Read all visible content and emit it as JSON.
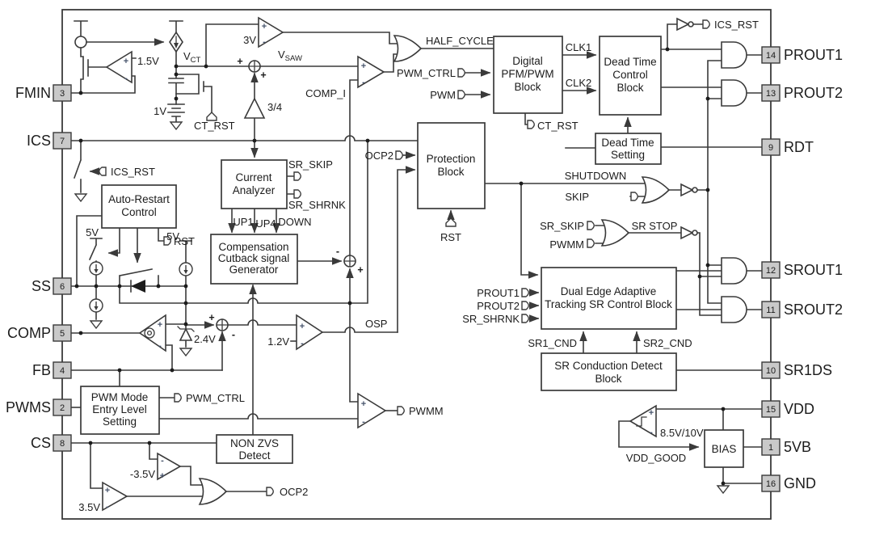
{
  "pins": {
    "left": [
      {
        "num": "3",
        "name": "FMIN"
      },
      {
        "num": "7",
        "name": "ICS"
      },
      {
        "num": "6",
        "name": "SS"
      },
      {
        "num": "5",
        "name": "COMP"
      },
      {
        "num": "4",
        "name": "FB"
      },
      {
        "num": "2",
        "name": "PWMS"
      },
      {
        "num": "8",
        "name": "CS"
      }
    ],
    "right": [
      {
        "num": "14",
        "name": "PROUT1"
      },
      {
        "num": "13",
        "name": "PROUT2"
      },
      {
        "num": "9",
        "name": "RDT"
      },
      {
        "num": "12",
        "name": "SROUT1"
      },
      {
        "num": "11",
        "name": "SROUT2"
      },
      {
        "num": "10",
        "name": "SR1DS"
      },
      {
        "num": "15",
        "name": "VDD"
      },
      {
        "num": "1",
        "name": "5VB"
      },
      {
        "num": "16",
        "name": "GND"
      }
    ]
  },
  "blocks": {
    "digital": [
      "Digital",
      "PFM/PWM",
      "Block"
    ],
    "dead_time_control": [
      "Dead Time",
      "Control",
      "Block"
    ],
    "dead_time_setting": [
      "Dead Time",
      "Setting"
    ],
    "protection": [
      "Protection",
      "Block"
    ],
    "current_analyzer": [
      "Current",
      "Analyzer"
    ],
    "compensation": [
      "Compensation",
      "Cutback signal",
      "Generator"
    ],
    "auto_restart": [
      "Auto-Restart",
      "Control"
    ],
    "sr_control": [
      "Dual Edge Adaptive",
      "Tracking SR Control Block"
    ],
    "sr_conduction": [
      "SR Conduction Detect",
      "Block"
    ],
    "pwm_mode": [
      "PWM Mode",
      "Entry Level",
      "Setting"
    ],
    "non_zvs": [
      "NON ZVS",
      "Detect"
    ],
    "bias": [
      "BIAS"
    ]
  },
  "signals": {
    "half_cycle": "HALF_CYCLE",
    "pwm_ctrl": "PWM_CTRL",
    "pwm": "PWM",
    "clk1": "CLK1",
    "clk2": "CLK2",
    "ct_rst": "CT_RST",
    "ics_rst": "ICS_RST",
    "shutdown": "SHUTDOWN",
    "skip": "SKIP",
    "sr_skip": "SR_SKIP",
    "sr_shrnk": "SR_SHRNK",
    "sr_stop": "SR STOP",
    "pwmm": "PWMM",
    "up1": "UP1",
    "up4": "UP4",
    "down": "DOWN",
    "rst": "RST",
    "ocp2": "OCP2",
    "osp": "OSP",
    "prout1": "PROUT1",
    "prout2": "PROUT2",
    "sr1_cnd": "SR1_CND",
    "sr2_cnd": "SR2_CND",
    "vdd_good": "VDD_GOOD",
    "comp_i": "COMP_I"
  },
  "values": {
    "v1_5": "1.5V",
    "v3": "3V",
    "v1": "1V",
    "ratio": "3/4",
    "v5": "5V",
    "v2_4": "2.4V",
    "v1_2": "1.2V",
    "v3_5": "3.5V",
    "vm3_5": "-3.5V",
    "vdd_th": "8.5V/10V"
  },
  "subscripted": {
    "vct": {
      "base": "V",
      "sub": "CT"
    },
    "vsaw": {
      "base": "V",
      "sub": "SAW"
    }
  },
  "ops": {
    "plus": "+",
    "minus": "-"
  },
  "colors": {
    "wire": "#3a3a3a",
    "pin_fill": "#c9c9c9",
    "text": "#1c1c1c",
    "opamp_mark": "#46536b"
  }
}
